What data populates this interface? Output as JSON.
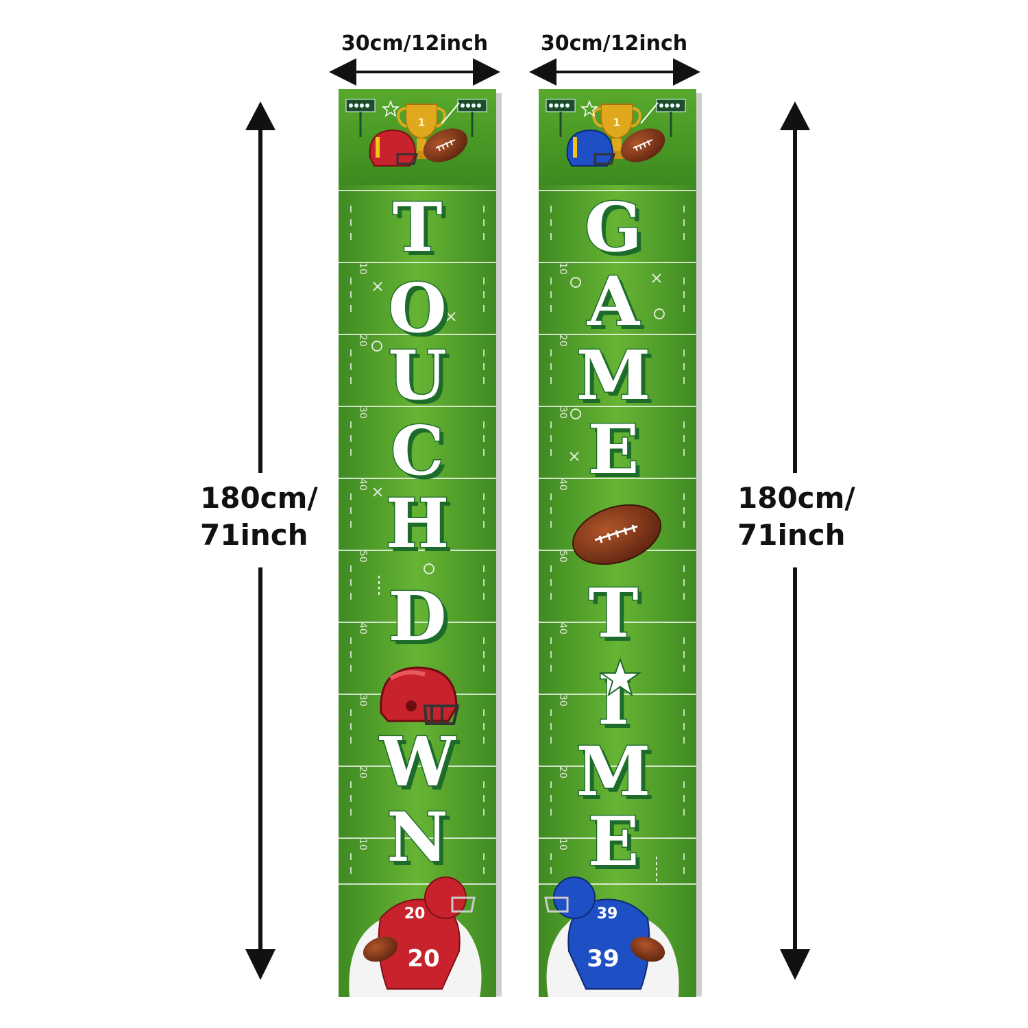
{
  "dimensions": {
    "left_width": "30cm/12inch",
    "right_width": "30cm/12inch",
    "left_height_line1": "180cm/",
    "left_height_line2": "71inch",
    "right_height_line1": "180cm/",
    "right_height_line2": "71inch"
  },
  "banner_left": {
    "letters": [
      "T",
      "O",
      "U",
      "C",
      "H",
      "D",
      "W",
      "N"
    ],
    "yard_numbers": [
      "10",
      "20",
      "30",
      "40",
      "50",
      "40",
      "30",
      "20",
      "10"
    ],
    "player_number": "20",
    "trophy_number": "1",
    "team_color": "#c8232c"
  },
  "banner_right": {
    "letters": [
      "G",
      "A",
      "M",
      "E",
      "T",
      "I",
      "M",
      "E"
    ],
    "yard_numbers": [
      "10",
      "20",
      "30",
      "40",
      "50",
      "40",
      "30",
      "20",
      "10"
    ],
    "player_number": "39",
    "trophy_number": "1",
    "team_color": "#1f4fc4"
  },
  "colors": {
    "field_green": "#4f9a2b",
    "field_light": "#62b033",
    "text_outline": "#1d6b2a"
  },
  "icons": [
    "arrow-icon",
    "trophy-icon",
    "helmet-icon",
    "football-icon",
    "stadium-light-icon",
    "player-icon",
    "star-icon"
  ]
}
